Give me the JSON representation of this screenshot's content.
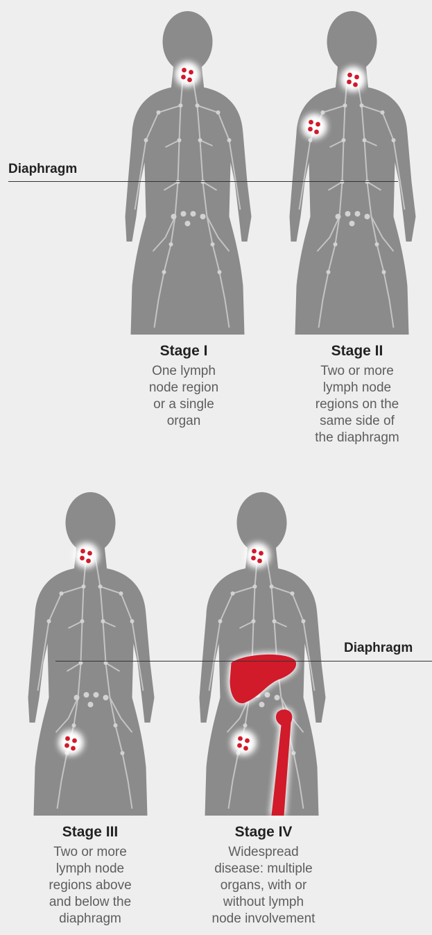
{
  "labels": {
    "diaphragm_top": "Diaphragm",
    "diaphragm_bottom": "Diaphragm"
  },
  "stages": [
    {
      "title": "Stage I",
      "description": "One lymph\nnode region\nor a single\norgan"
    },
    {
      "title": "Stage II",
      "description": "Two or more\nlymph node\nregions on the\nsame side of\nthe diaphragm"
    },
    {
      "title": "Stage III",
      "description": "Two or more\nlymph node\nregions above\nand below the\ndiaphragm"
    },
    {
      "title": "Stage IV",
      "description": "Widespread\ndisease: multiple\norgans, with or\nwithout lymph\nnode involvement"
    }
  ],
  "colors": {
    "background": "#eeeeee",
    "body": "#8b8b8b",
    "lymph": "#d2d2d2",
    "affected": "#d11a2a"
  },
  "icons": [
    "body-silhouette",
    "lymph-node",
    "liver",
    "femur-bone"
  ]
}
